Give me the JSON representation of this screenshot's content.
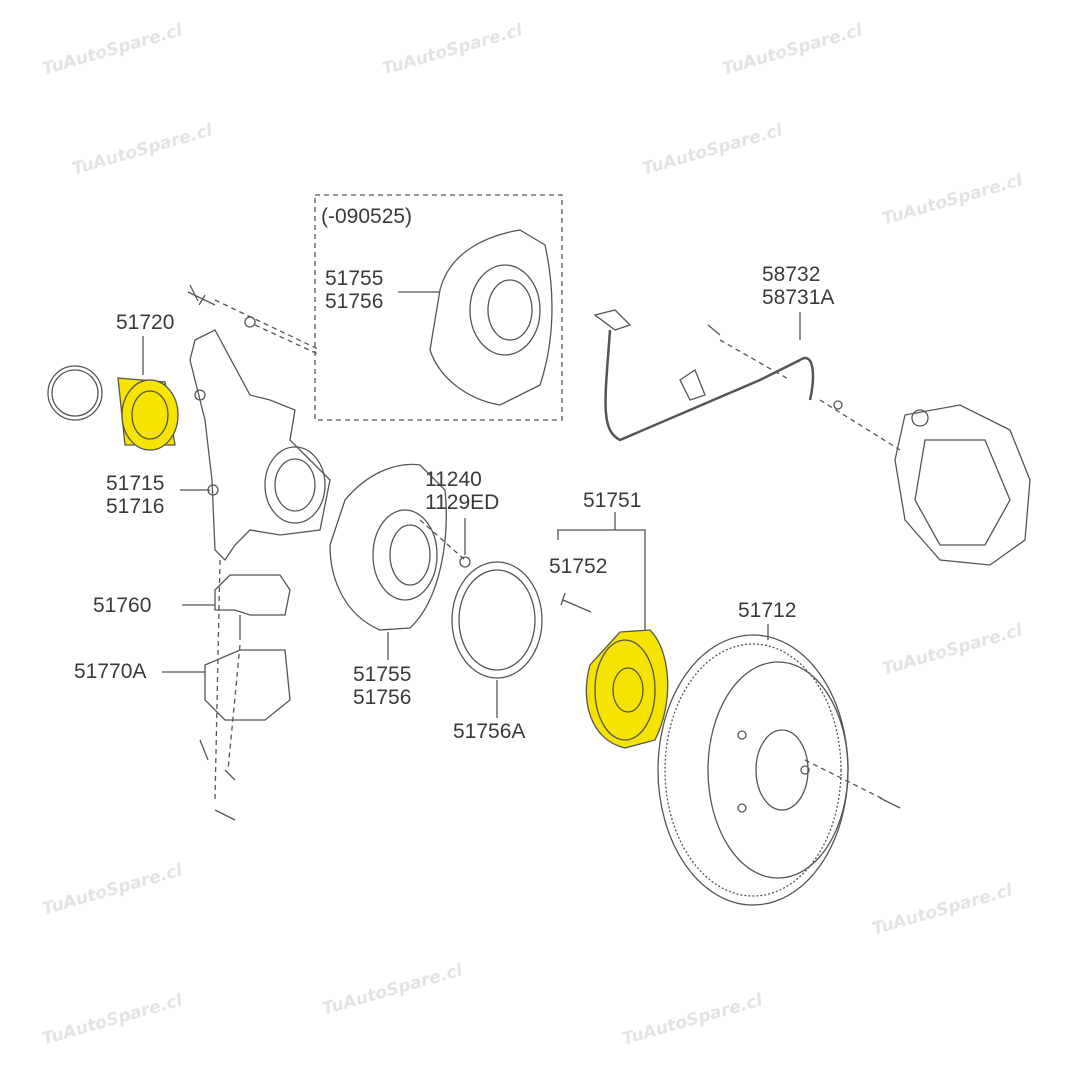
{
  "watermark": "TuAutoSpare.cl",
  "highlight_color": "#f5e400",
  "labels": {
    "date_range": "(-090525)",
    "shield_upper_a": "51755",
    "shield_upper_b": "51756",
    "hose_a": "58732",
    "hose_b": "58731A",
    "bearing": "51720",
    "knuckle_a": "51715",
    "knuckle_b": "51716",
    "bolt_a": "11240",
    "bolt_b": "1129ED",
    "hub": "51751",
    "hub_bolt": "51752",
    "ball_joint": "51760",
    "disc": "51712",
    "lower_arm": "51770A",
    "shield_lower_a": "51755",
    "shield_lower_b": "51756",
    "seal": "51756A"
  }
}
